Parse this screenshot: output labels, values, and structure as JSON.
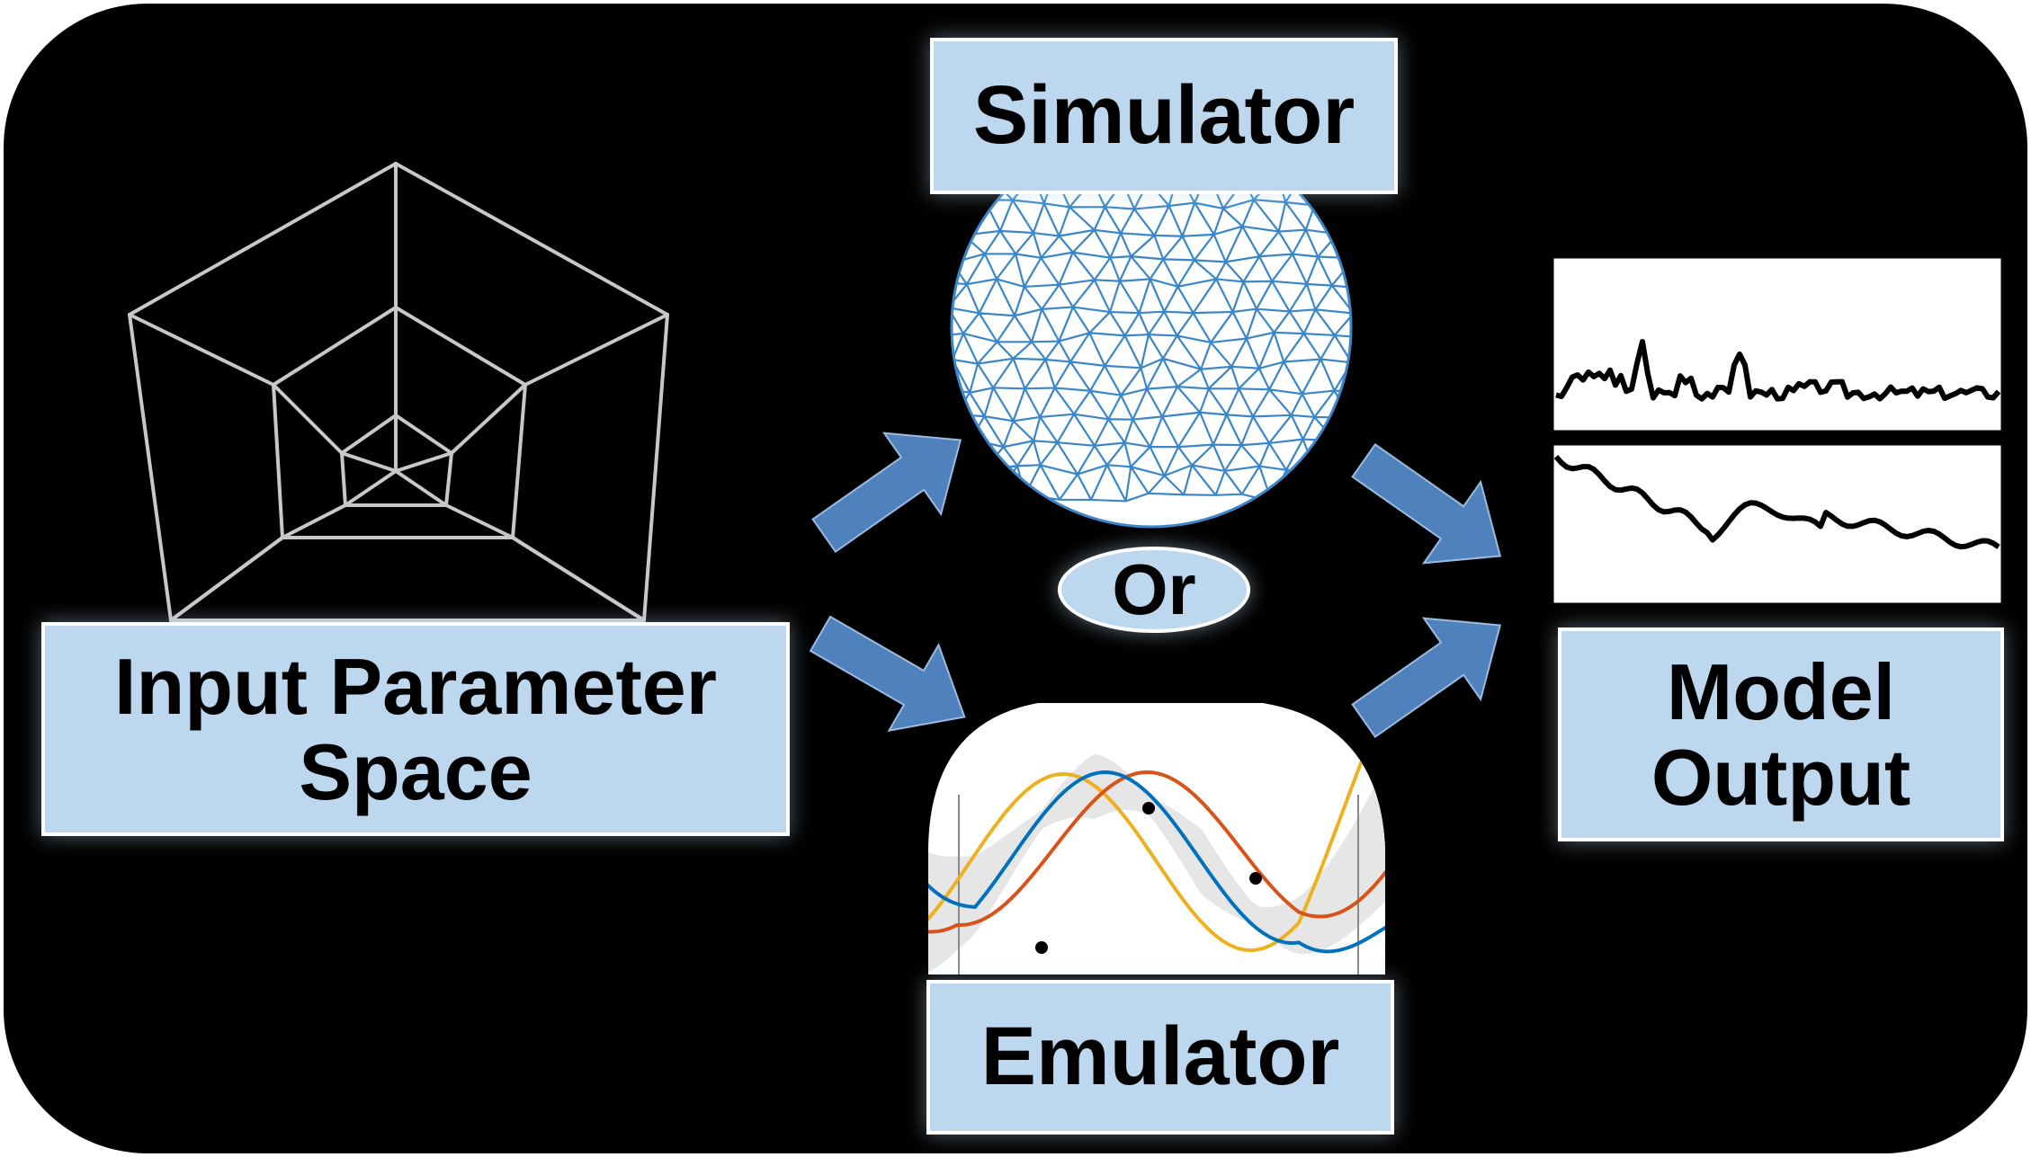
{
  "labels": {
    "simulator": "Simulator",
    "emulator": "Emulator",
    "or": "Or",
    "input_line1": "Input Parameter",
    "input_line2": "Space",
    "output_line1": "Model",
    "output_line2": "Output"
  },
  "colors": {
    "background": "#000000",
    "label_fill": "#bdd7ee",
    "label_border": "#ffffff",
    "arrow_fill": "#4f81bd",
    "mesh_stroke": "#3a86c8",
    "gp_blue": "#0072bd",
    "gp_orange": "#d95319",
    "gp_yellow": "#edb120",
    "hypercube_stroke": "#c8c8c8"
  },
  "icons": {
    "input": "tesseract-wireframe-icon",
    "simulator": "triangular-mesh-disc-icon",
    "emulator": "gaussian-process-samples-icon",
    "output": "time-series-plots-icon"
  }
}
